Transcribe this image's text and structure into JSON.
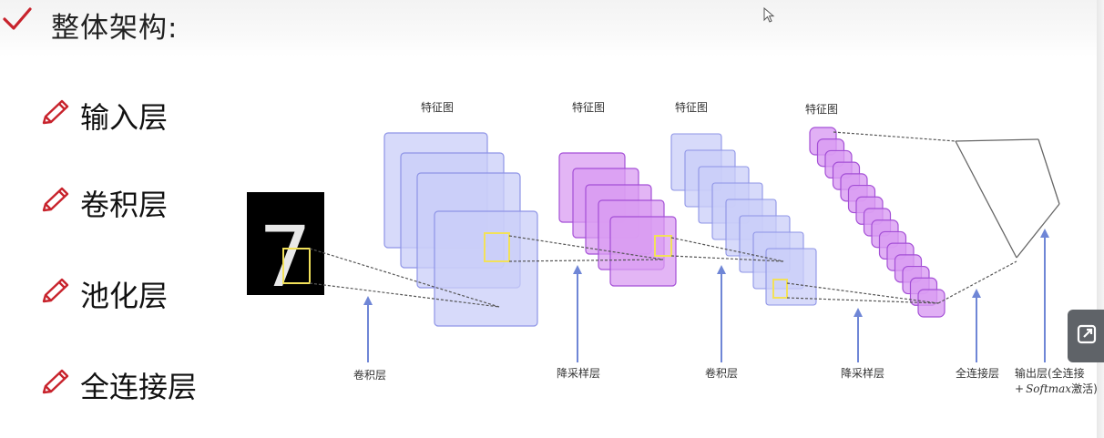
{
  "slide": {
    "title": "整体架构:",
    "bullets": [
      "输入层",
      "卷积层",
      "池化层",
      "全连接层"
    ]
  },
  "diagram": {
    "feature_map_label": "特征图",
    "stage_labels": {
      "conv1": "卷积层",
      "pool1": "降采样层",
      "conv2": "卷积层",
      "pool2": "降采样层",
      "fc": "全连接层",
      "output_line1": "输出层(全连接",
      "output_line2_prefix": "+",
      "output_line2_italic": "Softmax",
      "output_line2_suffix": "激活)"
    },
    "input_digit": "7"
  },
  "colors": {
    "blue_fill": "#c9cdf8",
    "blue_stroke": "#8e94e6",
    "purple_fill": "#d99cf2",
    "purple_stroke": "#a44fd6",
    "highlight": "#f2e15a",
    "arrow": "#6f86d6",
    "bullet_icon": "#c8232c"
  }
}
